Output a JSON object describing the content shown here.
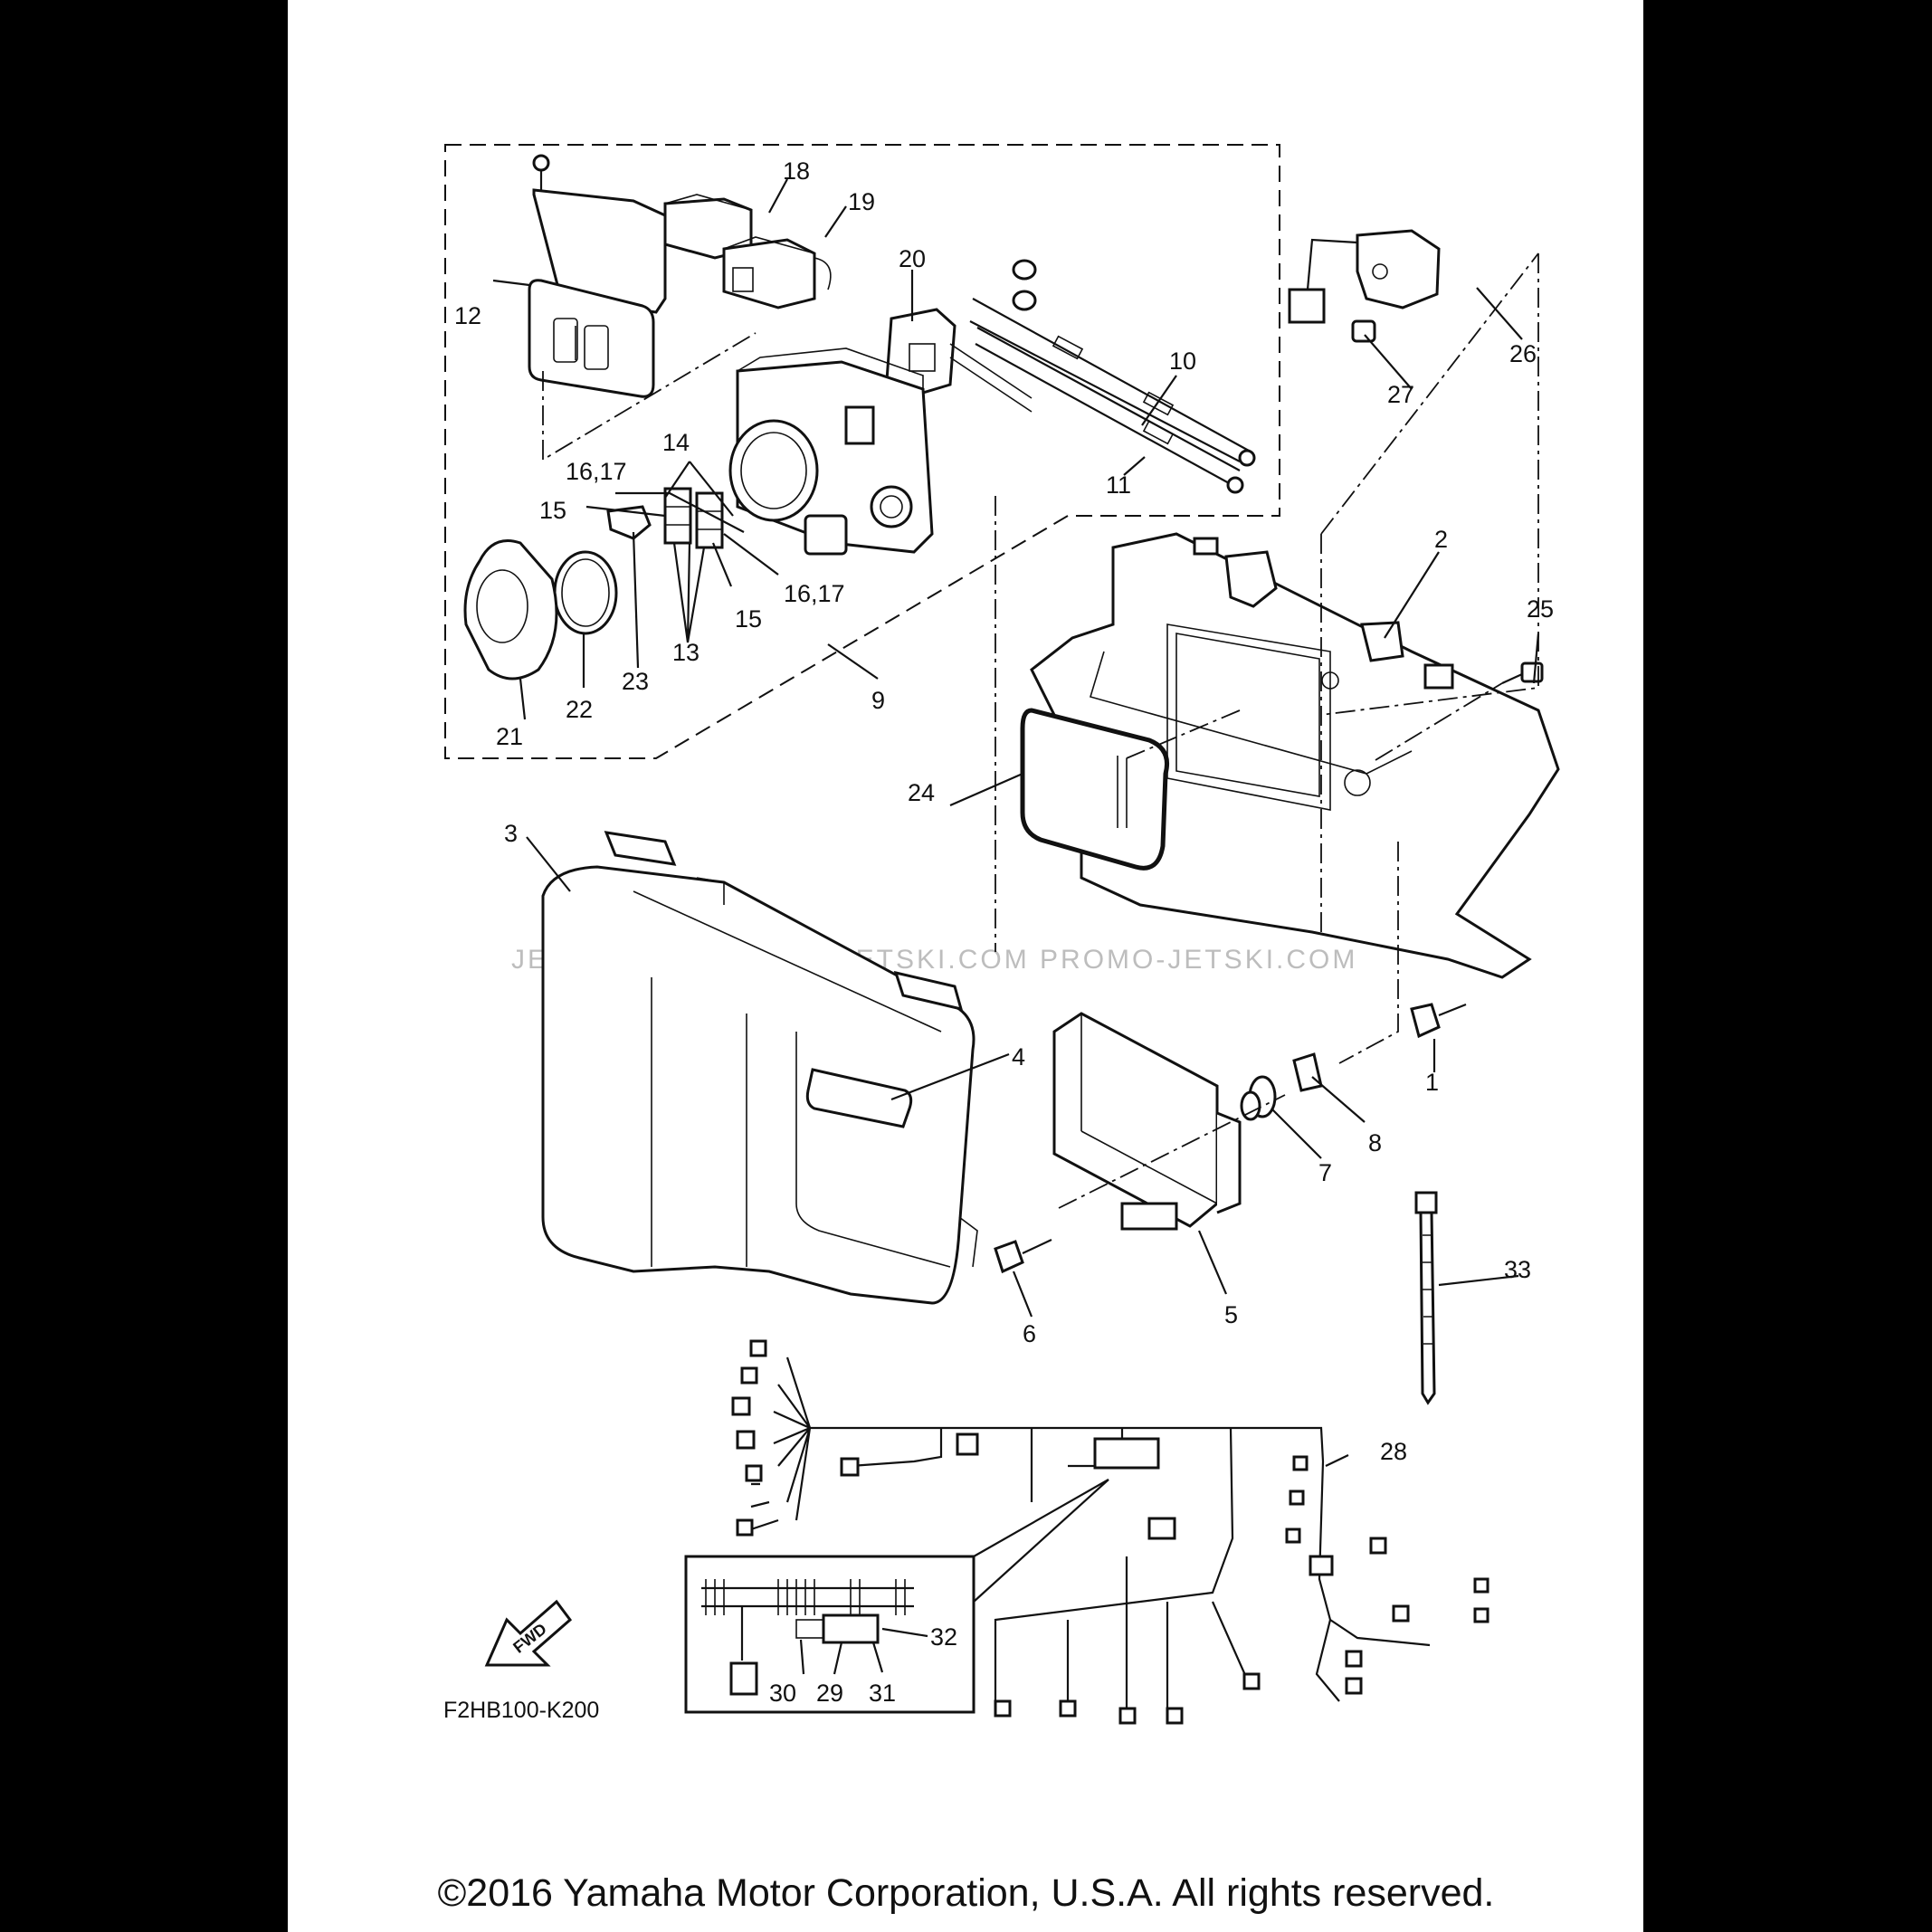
{
  "callouts": [
    "1",
    "2",
    "3",
    "4",
    "5",
    "6",
    "7",
    "8",
    "9",
    "10",
    "11",
    "12",
    "13",
    "14",
    "15",
    "15",
    "16,17",
    "16,17",
    "18",
    "19",
    "20",
    "21",
    "22",
    "23",
    "24",
    "25",
    "26",
    "27",
    "28",
    "29",
    "30",
    "31",
    "32",
    "33"
  ],
  "fwd_label": "FWD",
  "figure_code": "F2HB100-K200",
  "watermark": "JETSKI.COM   PROMO-JETSKI.COM  PROMO-JETSKI.COM",
  "copyright": "©2016 Yamaha Motor Corporation, U.S.A. All rights reserved.",
  "colors": {
    "background": "#000000",
    "sheet": "#ffffff",
    "ink": "#111111",
    "watermark": "#bdbdbd"
  }
}
